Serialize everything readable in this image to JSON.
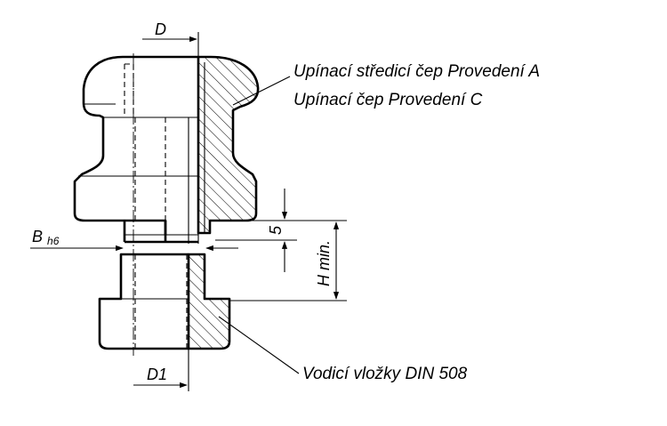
{
  "labels": {
    "callout_a": "Upínací středicí čep Provedení A",
    "callout_c": "Upínací čep Provedení C",
    "callout_insert": "Vodicí vložky DIN 508",
    "dim_d": "D",
    "dim_d1": "D1",
    "dim_b": "B",
    "dim_b_sub": "h6",
    "dim_5": "5",
    "dim_h": "H min."
  }
}
